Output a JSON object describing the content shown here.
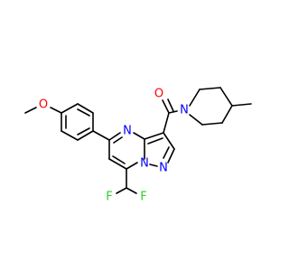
{
  "molecule": {
    "atoms": {
      "methoxy_o": {
        "symbol": "O",
        "color": "#FF0000"
      },
      "ring_n_upper": {
        "symbol": "N",
        "color": "#0000FF"
      },
      "ring_n_bridge": {
        "symbol": "N",
        "color": "#0000FF"
      },
      "ring_n_pyrazole": {
        "symbol": "N",
        "color": "#0000FF"
      },
      "amide_n": {
        "symbol": "N",
        "color": "#0000FF"
      },
      "carbonyl_o": {
        "symbol": "O",
        "color": "#FF0000"
      },
      "fluorine_left": {
        "symbol": "F",
        "color": "#33CC33"
      },
      "fluorine_right": {
        "symbol": "F",
        "color": "#33CC33"
      }
    },
    "bond_color": "#000000",
    "background": "#FFFFFF"
  }
}
